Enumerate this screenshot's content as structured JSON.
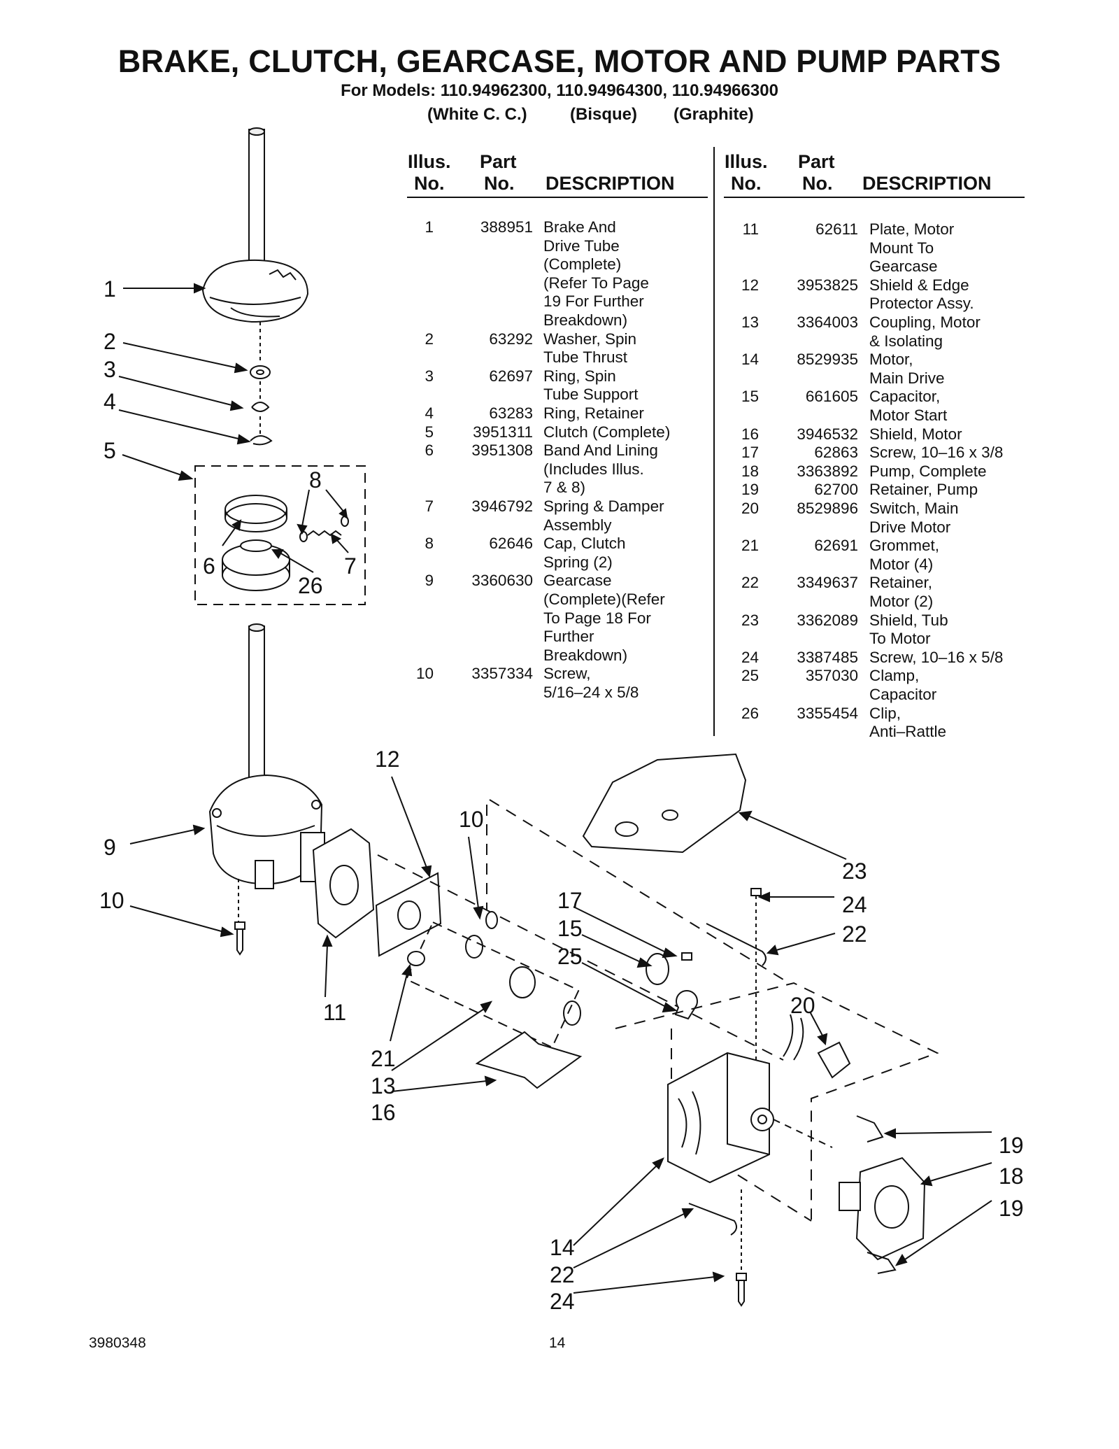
{
  "title": "BRAKE, CLUTCH, GEARCASE, MOTOR AND PUMP PARTS",
  "models_line": "For Models: 110.94962300, 110.94964300, 110.94966300",
  "color_variants": [
    "(White C. C.)",
    "(Bisque)",
    "(Graphite)"
  ],
  "table_headers": {
    "illus_line1": "Illus.",
    "illus_line2": "No.",
    "part_line1": "Part",
    "part_line2": "No.",
    "description": "DESCRIPTION"
  },
  "parts_left": [
    {
      "illus": "1",
      "part": "388951",
      "description": [
        "Brake And",
        "Drive Tube",
        "(Complete)",
        "(Refer To Page",
        "19 For Further",
        "Breakdown)"
      ]
    },
    {
      "illus": "2",
      "part": "63292",
      "description": [
        "Washer, Spin",
        "Tube Thrust"
      ]
    },
    {
      "illus": "3",
      "part": "62697",
      "description": [
        "Ring, Spin",
        "Tube Support"
      ]
    },
    {
      "illus": "4",
      "part": "63283",
      "description": [
        "Ring, Retainer"
      ]
    },
    {
      "illus": "5",
      "part": "3951311",
      "description": [
        "Clutch (Complete)"
      ]
    },
    {
      "illus": "6",
      "part": "3951308",
      "description": [
        "Band And Lining",
        "(Includes Illus.",
        "7 & 8)"
      ]
    },
    {
      "illus": "7",
      "part": "3946792",
      "description": [
        "Spring & Damper",
        "Assembly"
      ]
    },
    {
      "illus": "8",
      "part": "62646",
      "description": [
        "Cap, Clutch",
        "Spring (2)"
      ]
    },
    {
      "illus": "9",
      "part": "3360630",
      "description": [
        "Gearcase",
        "(Complete)(Refer",
        "To Page 18 For",
        "Further",
        "Breakdown)"
      ]
    },
    {
      "illus": "10",
      "part": "3357334",
      "description": [
        "Screw,",
        "5/16–24 x 5/8"
      ]
    }
  ],
  "parts_right": [
    {
      "illus": "11",
      "part": "62611",
      "description": [
        "Plate, Motor",
        "Mount To",
        "Gearcase"
      ]
    },
    {
      "illus": "12",
      "part": "3953825",
      "description": [
        "Shield & Edge",
        "Protector Assy."
      ]
    },
    {
      "illus": "13",
      "part": "3364003",
      "description": [
        "Coupling, Motor",
        "& Isolating"
      ]
    },
    {
      "illus": "14",
      "part": "8529935",
      "description": [
        "Motor,",
        "Main Drive"
      ]
    },
    {
      "illus": "15",
      "part": "661605",
      "description": [
        "Capacitor,",
        "Motor Start"
      ]
    },
    {
      "illus": "16",
      "part": "3946532",
      "description": [
        "Shield, Motor"
      ]
    },
    {
      "illus": "17",
      "part": "62863",
      "description": [
        "Screw, 10–16 x 3/8"
      ]
    },
    {
      "illus": "18",
      "part": "3363892",
      "description": [
        "Pump, Complete"
      ]
    },
    {
      "illus": "19",
      "part": "62700",
      "description": [
        "Retainer, Pump"
      ]
    },
    {
      "illus": "20",
      "part": "8529896",
      "description": [
        "Switch, Main",
        "Drive Motor"
      ]
    },
    {
      "illus": "21",
      "part": "62691",
      "description": [
        "Grommet,",
        "Motor (4)"
      ]
    },
    {
      "illus": "22",
      "part": "3349637",
      "description": [
        "Retainer,",
        "Motor (2)"
      ]
    },
    {
      "illus": "23",
      "part": "3362089",
      "description": [
        "Shield, Tub",
        "To Motor"
      ]
    },
    {
      "illus": "24",
      "part": "3387485",
      "description": [
        "Screw, 10–16 x 5/8"
      ]
    },
    {
      "illus": "25",
      "part": "357030",
      "description": [
        "Clamp,",
        "Capacitor"
      ]
    },
    {
      "illus": "26",
      "part": "3355454",
      "description": [
        "Clip,",
        "Anti–Rattle"
      ]
    }
  ],
  "callouts": [
    "1",
    "2",
    "3",
    "4",
    "5",
    "6",
    "7",
    "8",
    "26",
    "9",
    "10",
    "11",
    "12",
    "10",
    "17",
    "15",
    "25",
    "21",
    "13",
    "16",
    "23",
    "24",
    "22",
    "20",
    "19",
    "18",
    "19",
    "14",
    "22",
    "24"
  ],
  "footer": {
    "doc_number": "3980348",
    "page_number": "14"
  }
}
